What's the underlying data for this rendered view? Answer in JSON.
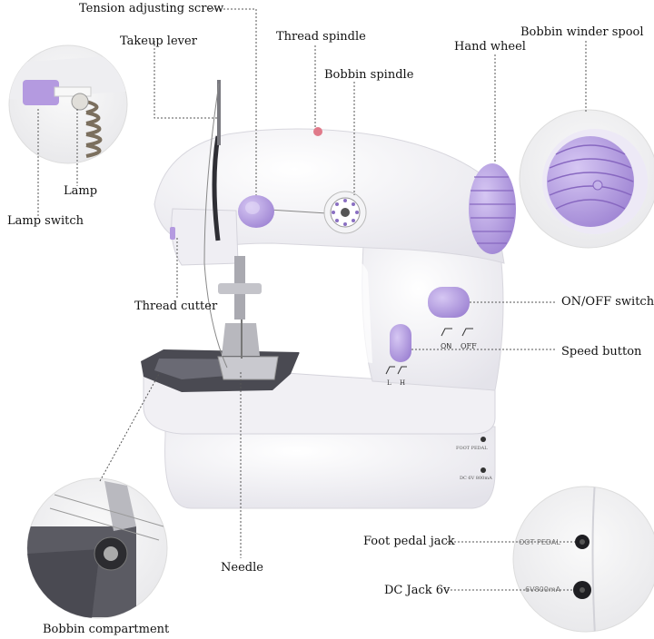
{
  "labels": {
    "tension_screw": "Tension adjusting screw",
    "takeup_lever": "Takeup lever",
    "thread_spindle": "Thread spindle",
    "bobbin_spindle": "Bobbin spindle",
    "hand_wheel": "Hand wheel",
    "bobbin_winder_spool": "Bobbin winder spool",
    "lamp": "Lamp",
    "lamp_switch": "Lamp switch",
    "thread_cutter": "Thread cutter",
    "onoff_switch": "ON/OFF switch",
    "speed_button": "Speed button",
    "needle": "Needle",
    "foot_pedal_jack": "Foot pedal jack",
    "dc_jack": "DC Jack 6v",
    "bobbin_compartment": "Bobbin compartment"
  },
  "machine_text": {
    "on": "ON",
    "off": "OFF",
    "low": "L",
    "high": "H",
    "foot_pedal": "FOOT PEDAL",
    "dc_input": "DC 6V 800mA",
    "zoom_foot_pedal": "OOT PEDAL",
    "zoom_dc": "6V800mA"
  },
  "colors": {
    "body": "#f4f3f6",
    "accent": "#b49ae0",
    "accent_dark": "#8e6fc9",
    "dark": "#3a3a40"
  }
}
